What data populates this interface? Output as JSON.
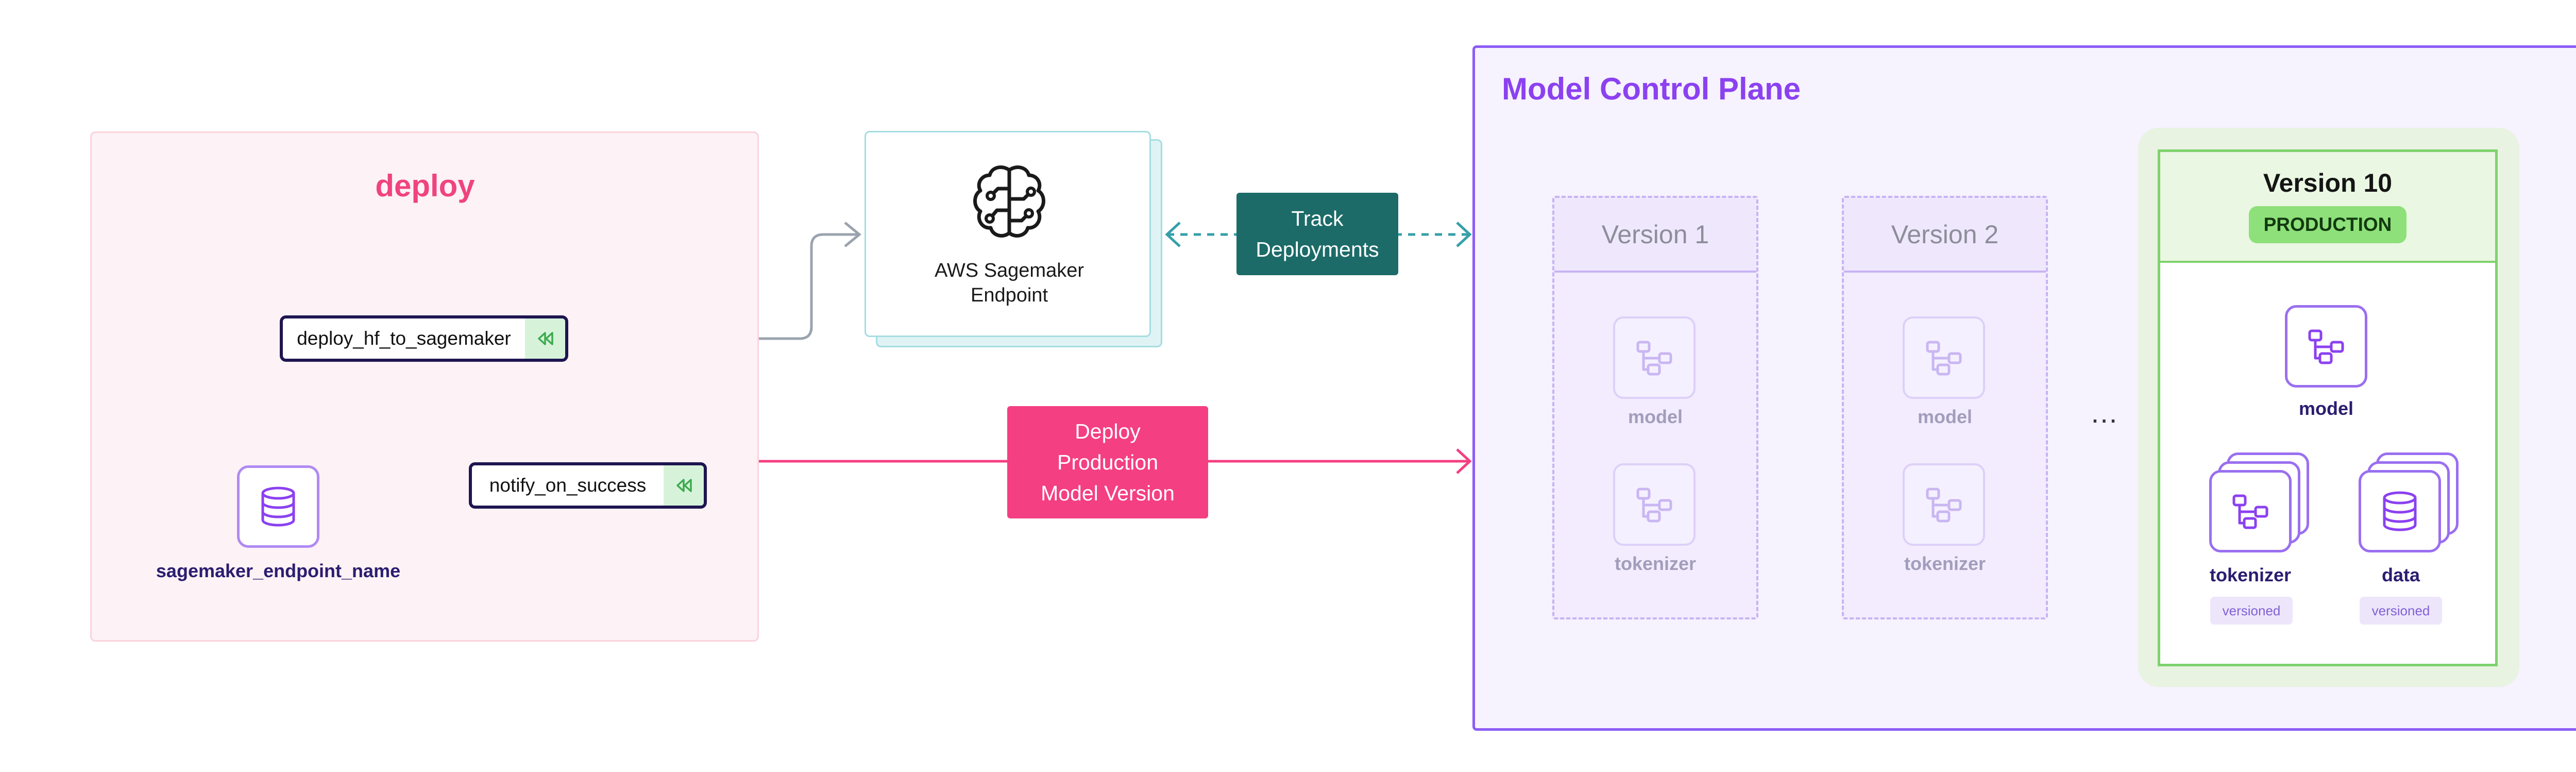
{
  "pipeline": {
    "title": "deploy",
    "steps": [
      {
        "label": "deploy_hf_to_sagemaker"
      },
      {
        "label": "notify_on_success"
      }
    ],
    "artifact": {
      "name": "sagemaker_endpoint_name",
      "icon": "database-icon"
    }
  },
  "sagemaker": {
    "line1": "AWS Sagemaker",
    "line2": "Endpoint",
    "icon": "brain-circuit-icon"
  },
  "connectors": {
    "track": {
      "line1": "Track",
      "line2": "Deployments",
      "color": "#1c6b68"
    },
    "deploy": {
      "line1": "Deploy",
      "line2": "Production",
      "line3": "Model Version",
      "color": "#f43f82"
    }
  },
  "control_plane": {
    "title": "Model Control Plane",
    "versions": [
      {
        "title": "Version 1",
        "artifacts": [
          {
            "label": "model"
          },
          {
            "label": "tokenizer"
          }
        ]
      },
      {
        "title": "Version 2",
        "artifacts": [
          {
            "label": "model"
          },
          {
            "label": "tokenizer"
          }
        ]
      }
    ],
    "ellipsis": "...",
    "latest": {
      "title": "Version 10",
      "badge": "PRODUCTION",
      "model_label": "model",
      "tokenizer_label": "tokenizer",
      "data_label": "data",
      "tag": "versioned"
    }
  },
  "colors": {
    "pipeline_accent": "#f0437f",
    "control_plane_accent": "#8b5cf6",
    "production_green": "#8ee07a",
    "track_teal": "#1c6b68"
  }
}
